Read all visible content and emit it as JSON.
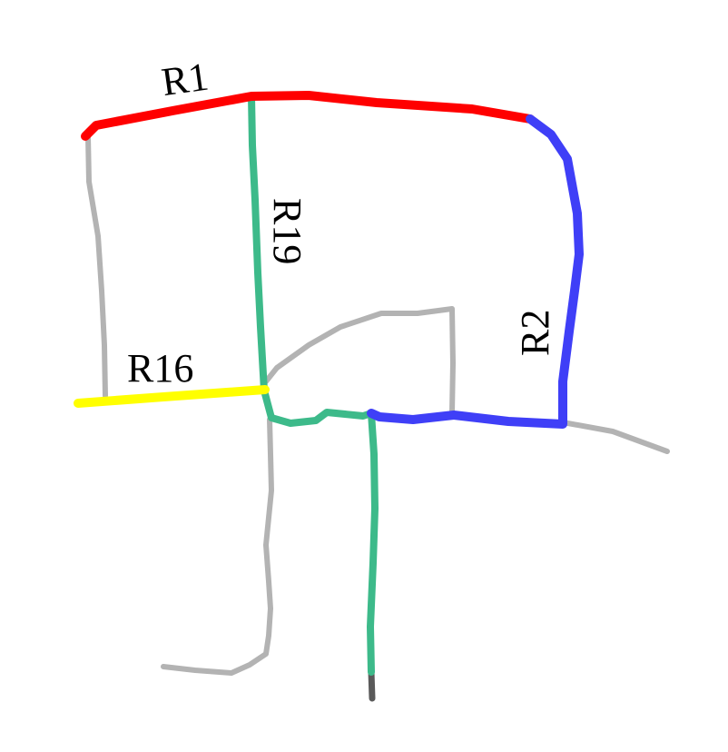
{
  "map": {
    "colors": {
      "background": "#ffffff",
      "unnamed_road": "#b3b3b3",
      "road_end_stub": "#5a5a5a"
    },
    "routes": [
      {
        "id": "r1",
        "label": "R1",
        "color": "#ff0000"
      },
      {
        "id": "r2",
        "label": "R2",
        "color": "#3f3ff7"
      },
      {
        "id": "r16",
        "label": "R16",
        "color": "#ffff00"
      },
      {
        "id": "r19",
        "label": "R19",
        "color": "#3dba8a"
      }
    ]
  }
}
